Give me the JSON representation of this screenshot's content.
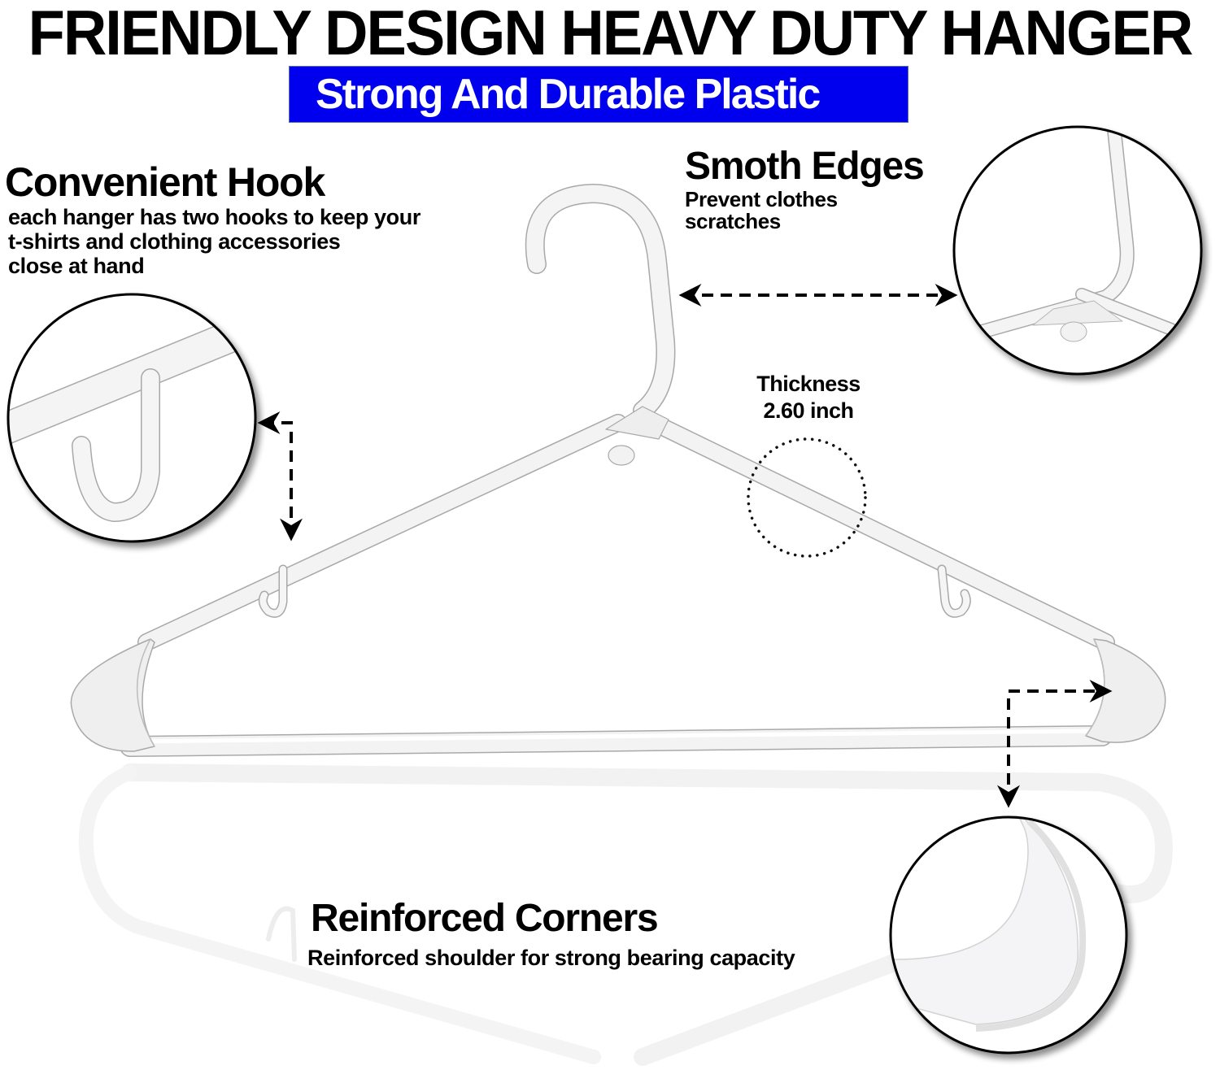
{
  "header": {
    "title": "FRIENDLY DESIGN HEAVY DUTY HANGER",
    "banner": "Strong And Durable Plastic",
    "banner_color": "#0000ee"
  },
  "features": {
    "hook": {
      "title": "Convenient Hook",
      "description": "each hanger has two hooks to keep your\nt-shirts and clothing accessories\nclose at hand"
    },
    "edges": {
      "title": "Smoth Edges",
      "description": "Prevent clothes\nscratches"
    },
    "thickness": {
      "label": "Thickness\n2.60 inch"
    },
    "corners": {
      "title": "Reinforced Corners",
      "description": "Reinforced shoulder for strong bearing capacity"
    }
  },
  "colors": {
    "hanger_fill": "#f4f4f4",
    "hanger_shade": "#e2e2e2",
    "hanger_outline": "#a9a9a9",
    "reflection": "#f1f1f1",
    "callout_border": "#000000"
  }
}
